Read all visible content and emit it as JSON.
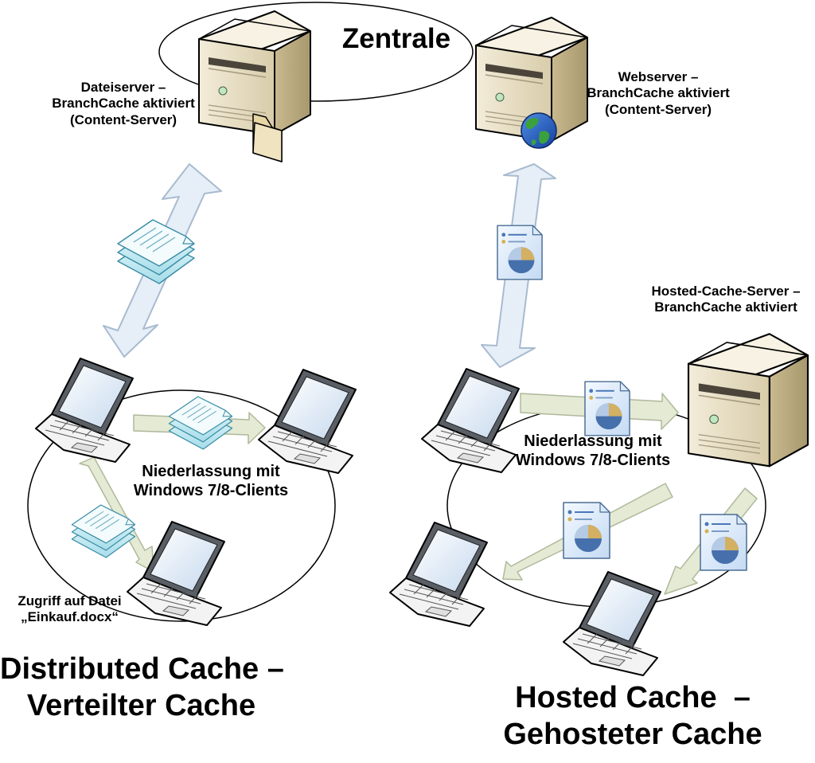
{
  "hq": {
    "title": "Zentrale"
  },
  "fileserver": {
    "label_lines": [
      "Dateiserver –",
      "BranchCache aktiviert",
      "(Content-Server)"
    ]
  },
  "webserver": {
    "label_lines": [
      "Webserver –",
      "BranchCache aktiviert",
      "(Content-Server)"
    ]
  },
  "hosted_cache_server": {
    "label_lines": [
      "Hosted-Cache-Server –",
      "BranchCache aktiviert"
    ]
  },
  "branch_left": {
    "label_lines": [
      "Niederlassung mit",
      "Windows 7/8-Clients"
    ]
  },
  "branch_right": {
    "label_lines": [
      "Niederlassung mit",
      "Windows 7/8-Clients"
    ]
  },
  "access": {
    "label_lines": [
      "Zugriff auf Datei",
      "„Einkauf.docx“"
    ]
  },
  "distributed": {
    "title_lines": [
      "Distributed Cache –",
      "Verteilter Cache"
    ]
  },
  "hosted": {
    "title_lines": [
      "Hosted Cache  –",
      "Gehosteter Cache"
    ]
  }
}
